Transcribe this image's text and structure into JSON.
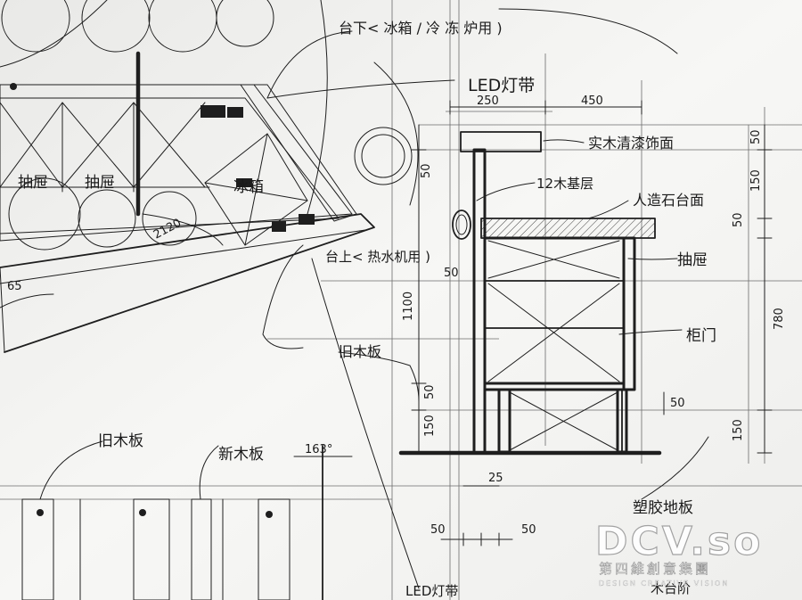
{
  "drawing": {
    "labels": {
      "under_counter_fridge": "台下< 冰箱 / 冷 冻 炉用 )",
      "led_strip": "LED灯带",
      "solid_wood_top": "实木清漆饰面",
      "plywood_base": "12木基层",
      "artificial_stone_top": "人造石台面",
      "drawer": "抽屉",
      "cabinet_door": "柜门",
      "vinyl_floor": "塑胶地板",
      "drawer_plan_1": "抽屉",
      "drawer_plan_2": "抽屉",
      "fridge_plan": "冰箱",
      "water_dispenser": "台上< 热水机用 )",
      "old_board": "旧木板",
      "old_board_2": "旧木板",
      "new_board": "新木板",
      "led_strip_bottom": "LED灯带",
      "step_bottom": "木台阶"
    },
    "dimensions": {
      "d250": "250",
      "d450": "450",
      "d50_top": "50",
      "d150_top": "150",
      "d50_mid": "50",
      "d780": "780",
      "d1100": "1100",
      "d50_left": "50",
      "d150_left": "150",
      "d50_r": "50",
      "d150_r": "150",
      "d25": "25",
      "d50_b1": "50",
      "d50_b2": "50",
      "d2120": "2120",
      "d65": "65",
      "d50_counter": "50",
      "d50_small": "50",
      "angle": "163°"
    },
    "watermark": {
      "brand": "DCV.so",
      "chinese": "第四維創意集團",
      "tagline": "DESIGN CREATIVE VISION"
    }
  }
}
